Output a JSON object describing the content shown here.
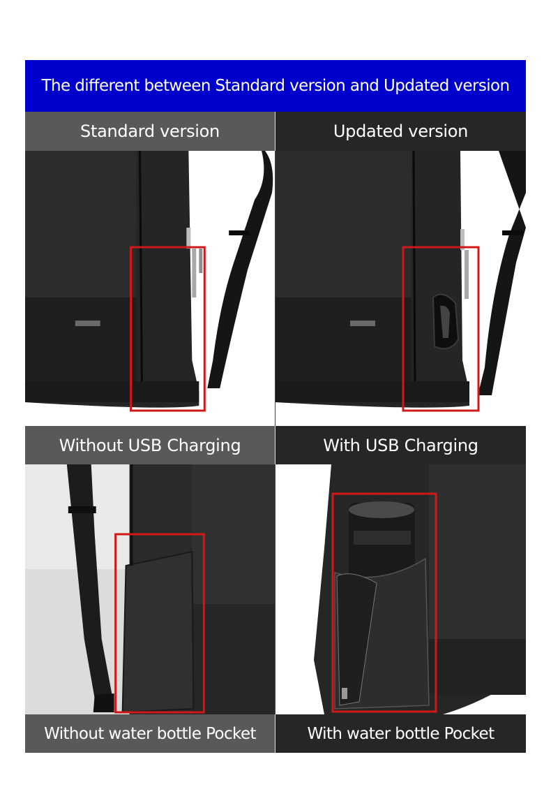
{
  "title": "The different between Standard version and Updated version",
  "columns": {
    "standard": "Standard version",
    "updated": "Updated version"
  },
  "features": [
    {
      "standard_label": "Without USB Charging",
      "updated_label": "With USB Charging",
      "standard_image": "backpack-side-without-usb-port",
      "updated_image": "backpack-side-with-usb-port"
    },
    {
      "standard_label": "Without water bottle Pocket",
      "updated_label": "With water bottle Pocket",
      "standard_image": "backpack-side-without-bottle-pocket",
      "updated_image": "backpack-side-with-bottle-pocket"
    }
  ],
  "colors": {
    "title_bg": "#0000cc",
    "standard_bg": "#595959",
    "updated_bg": "#262626",
    "highlight_box": "#d01818"
  }
}
